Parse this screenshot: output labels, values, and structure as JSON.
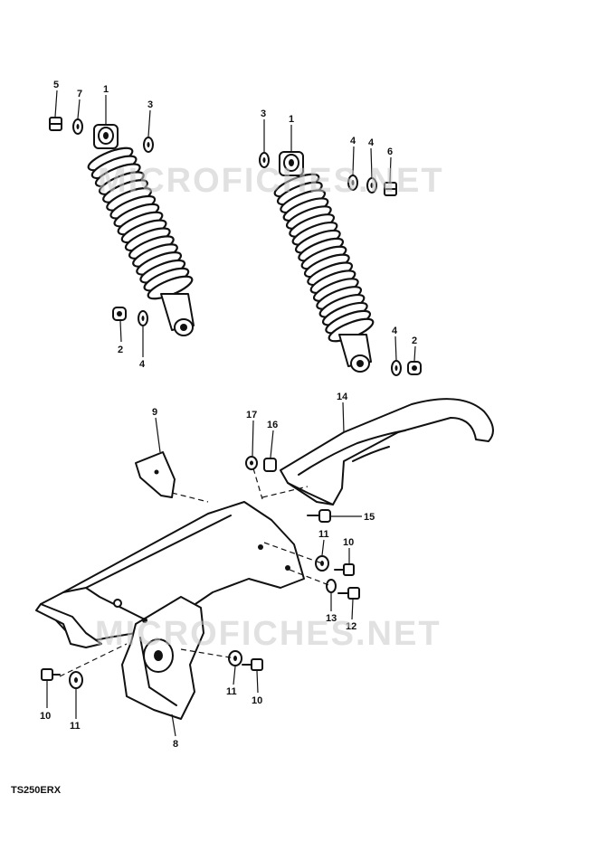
{
  "watermark": "MICROFICHES.NET",
  "model_code": "TS250ERX",
  "callouts": {
    "c_5a": "5",
    "c_7": "7",
    "c_1a": "1",
    "c_3a": "3",
    "c_2a": "2",
    "c_4a": "4",
    "c_3b": "3",
    "c_1b": "1",
    "c_4b": "4",
    "c_4c": "4",
    "c_6": "6",
    "c_4d": "4",
    "c_2b": "2",
    "c_9": "9",
    "c_17": "17",
    "c_16": "16",
    "c_14": "14",
    "c_15": "15",
    "c_11a": "11",
    "c_10a": "10",
    "c_13": "13",
    "c_12": "12",
    "c_10b": "10",
    "c_11b": "11",
    "c_11c": "11",
    "c_10c": "10",
    "c_8": "8"
  },
  "colors": {
    "ink": "#111111",
    "watermark": "#c8c8c8",
    "background": "#ffffff"
  }
}
